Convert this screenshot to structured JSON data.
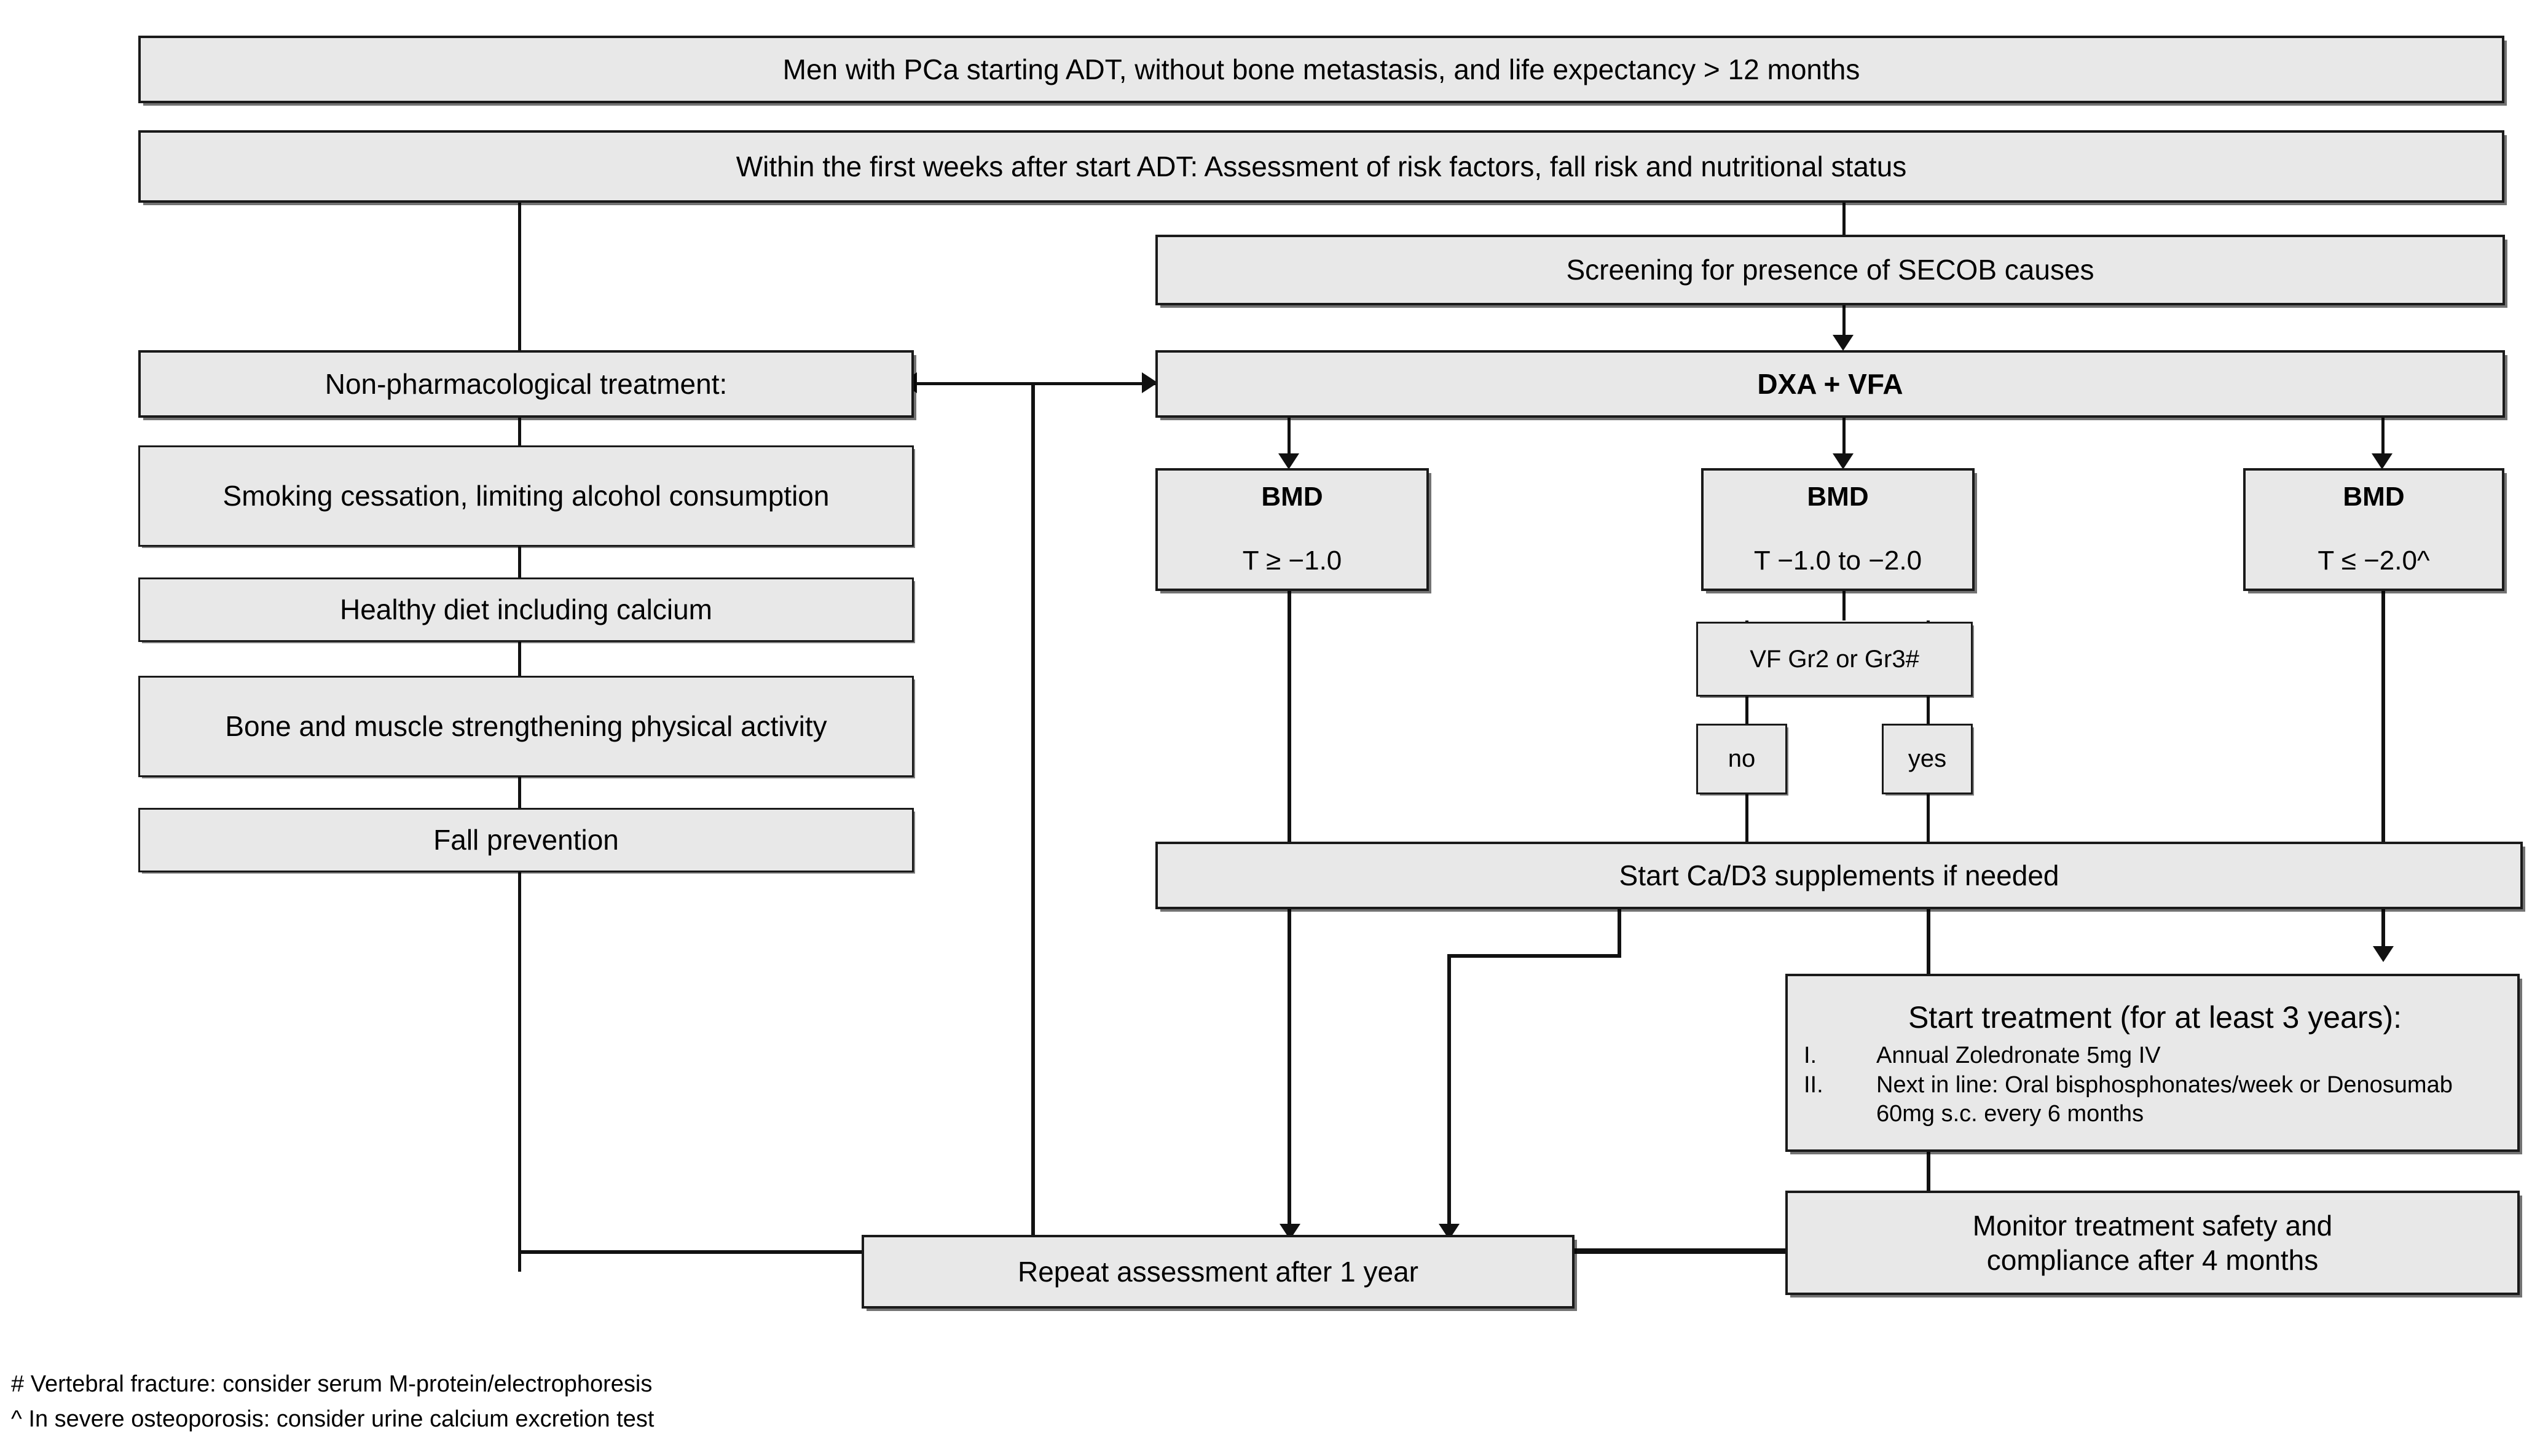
{
  "diagram": {
    "title_box": "Men with PCa starting ADT, without bone metastasis, and life expectancy > 12 months",
    "assessment_box": "Within the first weeks after start ADT: Assessment of risk factors, fall risk and nutritional status",
    "screening_box": "Screening for presence of SECOB causes",
    "dxa_box": "DXA + VFA",
    "nonpharm_header": "Non-pharmacological treatment:",
    "nonpharm_items": [
      "Smoking cessation, limiting alcohol consumption",
      "Healthy diet including calcium",
      "Bone and muscle strengthening physical activity",
      "Fall prevention"
    ],
    "bmd": [
      {
        "title": "BMD",
        "value": "T ≥ −1.0"
      },
      {
        "title": "BMD",
        "value": "T −1.0 to −2.0"
      },
      {
        "title": "BMD",
        "value": "T ≤ −2.0^"
      }
    ],
    "vf_box": "VF Gr2 or Gr3#",
    "decision_no": "no",
    "decision_yes": "yes",
    "supplements_box": "Start Ca/D3 supplements if needed",
    "treatment": {
      "header": "Start treatment (for at least 3 years):",
      "items": [
        {
          "num": "I.",
          "text": "Annual Zoledronate 5mg IV"
        },
        {
          "num": "II.",
          "text": "Next in line: Oral bisphosphonates/week or Denosumab 60mg s.c. every 6 months"
        }
      ]
    },
    "monitor_box_line1": "Monitor treatment safety and",
    "monitor_box_line2": "compliance after 4 months",
    "repeat_box": "Repeat assessment after 1 year",
    "footnotes": [
      "# Vertebral fracture: consider serum M-protein/electrophoresis",
      "^ In severe osteoporosis: consider urine calcium excretion test"
    ],
    "colors": {
      "box_fill": "#e8e8e8",
      "box_border": "#1a1a1a",
      "page_background": "#ffffff",
      "connector": "#111111"
    }
  }
}
